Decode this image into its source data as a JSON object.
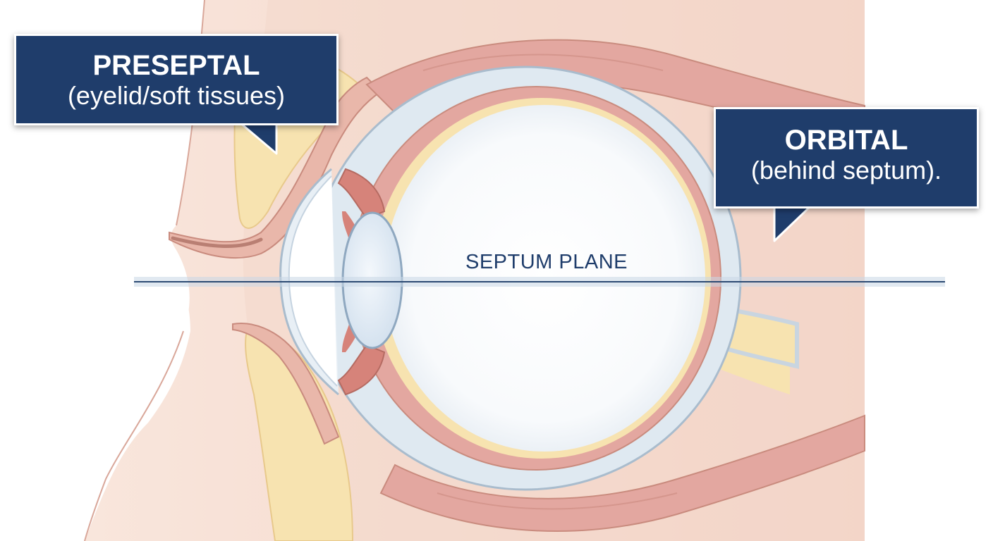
{
  "callouts": {
    "preseptal": {
      "title": "PRESEPTAL",
      "subtitle": "(eyelid/soft tissues)"
    },
    "orbital": {
      "title": "ORBITAL",
      "subtitle": "(behind septum)."
    }
  },
  "septum": {
    "label": "SEPTUM PLANE"
  },
  "colors": {
    "callout_bg": "#1f3d6b",
    "skin": "#f6ddd0",
    "fat": "#f7e3b0",
    "muscle": "#e3a7a0",
    "sclera": "#dfe9f1",
    "vitreous": "#ffffff",
    "septum_line": "#2c4a73"
  }
}
